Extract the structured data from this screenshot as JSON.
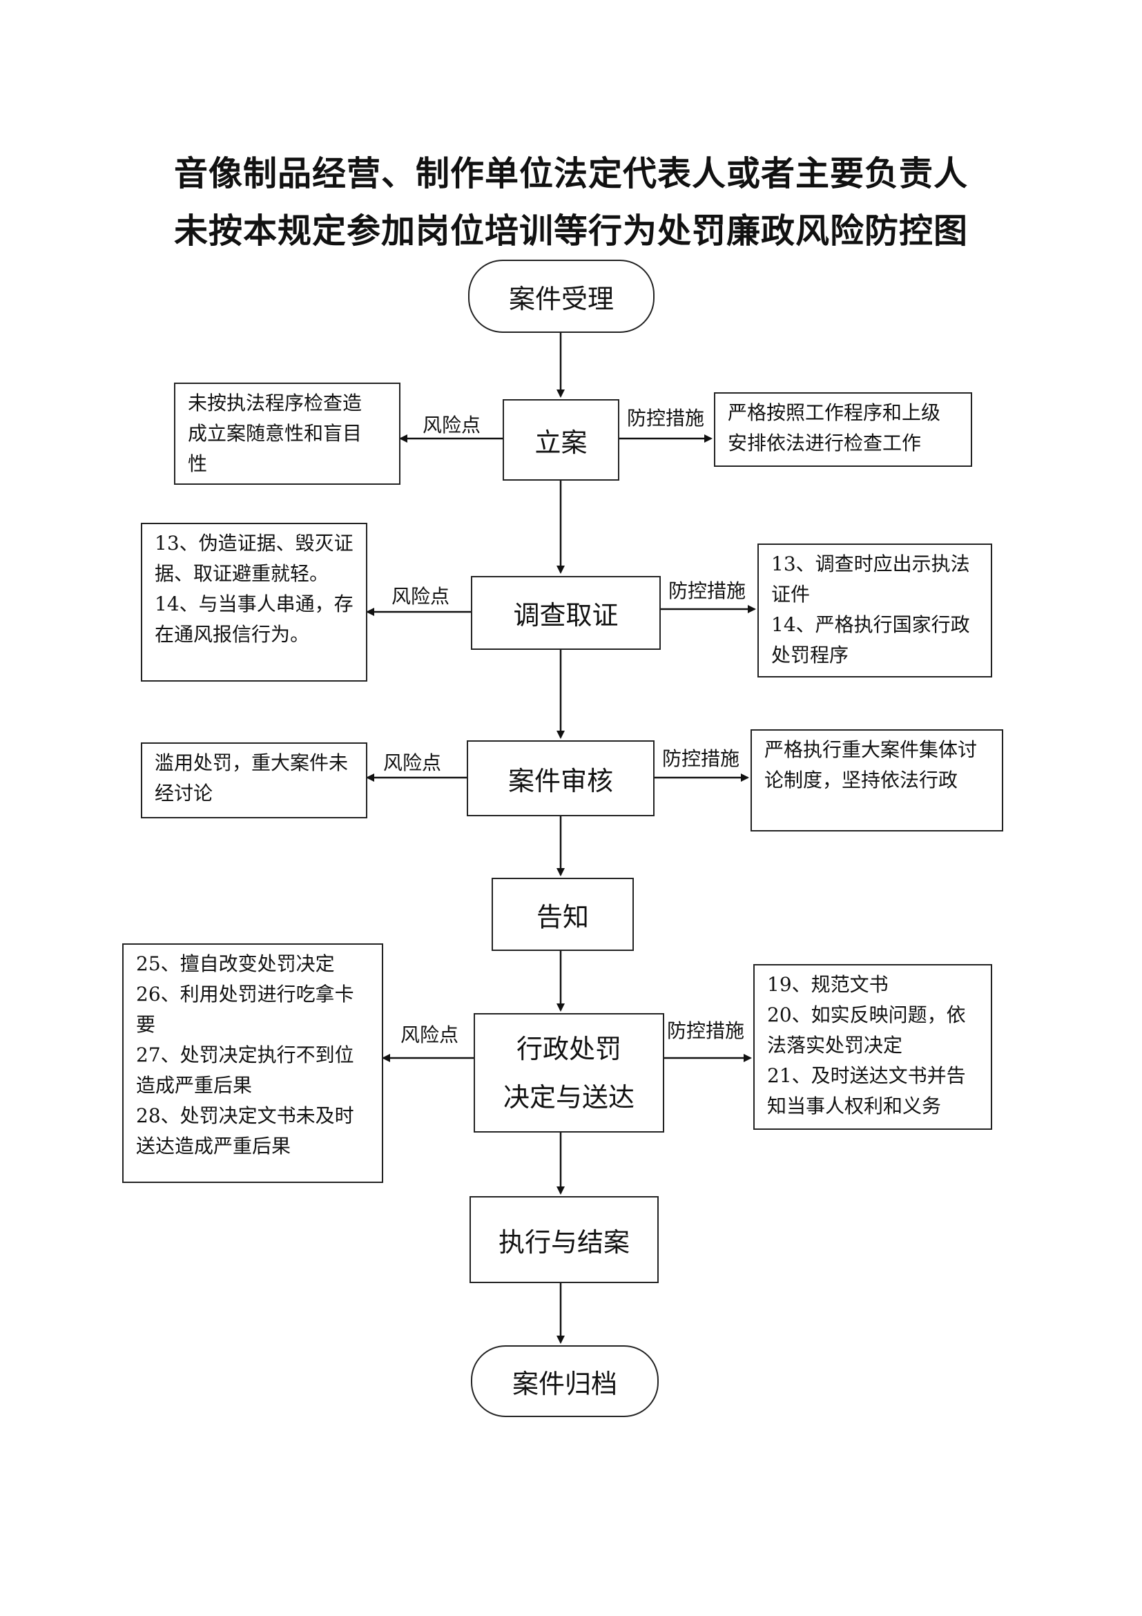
{
  "title": {
    "line1": "音像制品经营、制作单位法定代表人或者主要负责人",
    "line2": "未按本规定参加岗位培训等行为处罚廉政风险防控图"
  },
  "labels": {
    "risk": "风险点",
    "control": "防控措施"
  },
  "steps": {
    "accept": "案件受理",
    "filing": "立案",
    "investigate": "调查取证",
    "review": "案件审核",
    "notify": "告知",
    "decision_l1": "行政处罚",
    "decision_l2": "决定与送达",
    "execute": "执行与结案",
    "archive": "案件归档"
  },
  "risks": {
    "filing": [
      "未按执法程序检查造",
      "成立案随意性和盲目",
      "性"
    ],
    "investigate": [
      "13、伪造证据、毁灭证",
      "据、取证避重就轻。",
      "14、与当事人串通，存",
      "在通风报信行为。"
    ],
    "review": [
      "滥用处罚，重大案件未",
      "经讨论"
    ],
    "decision": [
      "25、擅自改变处罚决定",
      "26、利用处罚进行吃拿卡",
      "要",
      "27、处罚决定执行不到位",
      "造成严重后果",
      "28、处罚决定文书未及时",
      "送达造成严重后果"
    ]
  },
  "controls": {
    "filing": [
      "严格按照工作程序和上级",
      "安排依法进行检查工作"
    ],
    "investigate": [
      "13、调查时应出示执法",
      "证件",
      "14、严格执行国家行政",
      "处罚程序"
    ],
    "review": [
      "严格执行重大案件集体讨",
      "论制度，坚持依法行政"
    ],
    "decision": [
      "19、规范文书",
      "20、如实反映问题，依",
      "法落实处罚决定",
      "21、及时送达文书并告",
      "知当事人权利和义务"
    ]
  }
}
